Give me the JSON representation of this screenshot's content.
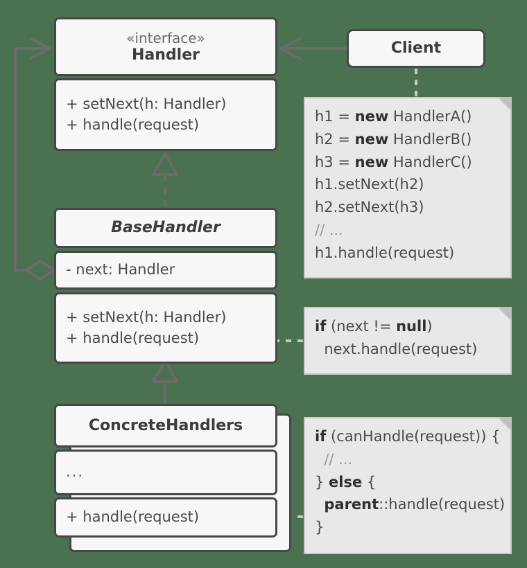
{
  "meta": {
    "diagram_title": "Chain of Responsibility UML class diagram",
    "background_color": "#4a7150",
    "class_fill": "#f7f7f7",
    "class_border": "#474747",
    "note_fill": "#e8e8e8",
    "note_border": "#c9c9c9",
    "connector_color": "#6b6b6b",
    "text_color": "#4a4a4a"
  },
  "classes": {
    "handler": {
      "stereotype": "«interface»",
      "name": "Handler",
      "members": [
        "+ setNext(h: Handler)",
        "+ handle(request)"
      ]
    },
    "base_handler": {
      "name": "BaseHandler",
      "abstract": true,
      "fields": [
        "- next: Handler"
      ],
      "members": [
        "+ setNext(h: Handler)",
        "+ handle(request)"
      ]
    },
    "concrete_handlers": {
      "name": "ConcreteHandlers",
      "fields": [
        "..."
      ],
      "members": [
        "+ handle(request)"
      ]
    },
    "client": {
      "name": "Client"
    }
  },
  "notes": {
    "client_code": {
      "lines": [
        [
          {
            "t": "h1 = "
          },
          {
            "t": "new",
            "b": true
          },
          {
            "t": " HandlerA()"
          }
        ],
        [
          {
            "t": "h2 = "
          },
          {
            "t": "new",
            "b": true
          },
          {
            "t": " HandlerB()"
          }
        ],
        [
          {
            "t": "h3 = "
          },
          {
            "t": "new",
            "b": true
          },
          {
            "t": " HandlerC()"
          }
        ],
        [
          {
            "t": "h1.setNext(h2)"
          }
        ],
        [
          {
            "t": "h2.setNext(h3)"
          }
        ],
        [
          {
            "t": "// ...",
            "c": true
          }
        ],
        [
          {
            "t": "h1.handle(request)"
          }
        ]
      ]
    },
    "base_handle_code": {
      "lines": [
        [
          {
            "t": "if",
            "b": true
          },
          {
            "t": " (next != "
          },
          {
            "t": "null",
            "b": true
          },
          {
            "t": ")"
          }
        ],
        [
          {
            "t": "  next.handle(request)"
          }
        ]
      ]
    },
    "concrete_handle_code": {
      "lines": [
        [
          {
            "t": "if",
            "b": true
          },
          {
            "t": " (canHandle(request)) {"
          }
        ],
        [
          {
            "t": "  // ...",
            "c": true
          }
        ],
        [
          {
            "t": "} "
          },
          {
            "t": "else",
            "b": true
          },
          {
            "t": " {"
          }
        ],
        [
          {
            "t": "  "
          },
          {
            "t": "parent",
            "b": true
          },
          {
            "t": "::handle(request)"
          }
        ],
        [
          {
            "t": "}"
          }
        ]
      ]
    }
  },
  "connectors": [
    {
      "name": "client-to-handler",
      "kind": "association-open-arrow",
      "from": "client",
      "to": "handler"
    },
    {
      "name": "handler-realization",
      "kind": "realization-dashed-hollow-triangle",
      "from": "base_handler",
      "to": "handler"
    },
    {
      "name": "basehandler-inheritance",
      "kind": "generalization-solid-hollow-triangle",
      "from": "concrete_handlers",
      "to": "base_handler"
    },
    {
      "name": "next-aggregation",
      "kind": "aggregation-hollow-diamond",
      "from": "base_handler",
      "to": "handler"
    },
    {
      "name": "client-note-link",
      "kind": "dashed",
      "from": "client",
      "to": "client_code_note"
    },
    {
      "name": "basehandler-note-link",
      "kind": "dashed-lollipop",
      "from": "base_handler.handle",
      "to": "base_handle_code_note"
    },
    {
      "name": "concretehandlers-note-link",
      "kind": "dashed-lollipop",
      "from": "concrete_handlers.handle",
      "to": "concrete_handle_code_note"
    }
  ]
}
